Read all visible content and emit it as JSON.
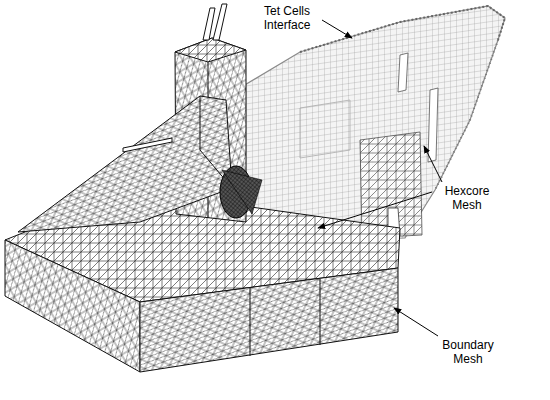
{
  "diagram": {
    "labels": [
      "Tet Cells Interface",
      "Hexcore Mesh",
      "Boundary Mesh"
    ]
  }
}
